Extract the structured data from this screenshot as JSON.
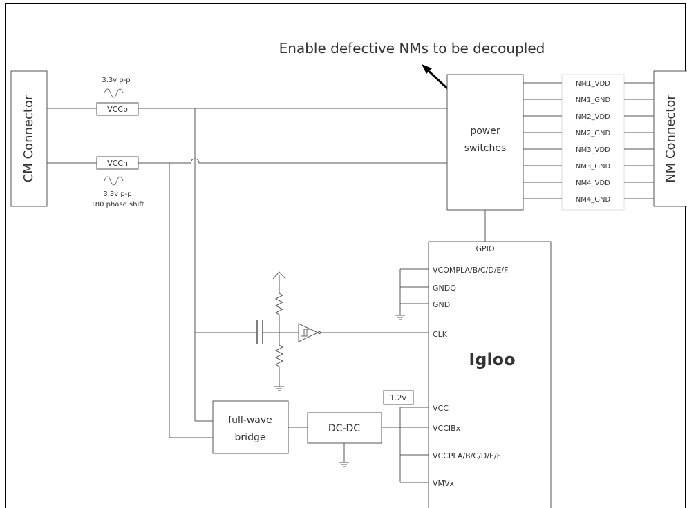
{
  "title": "Enable defective NMs to be decoupled",
  "cm_connector": "CM Connector",
  "nm_connector": "NM Connector",
  "vccp": {
    "label": "VCCp",
    "amplitude": "3.3v p-p"
  },
  "vccn": {
    "label": "VCCn",
    "amplitude": "3.3v p-p",
    "phase": "180 phase shift"
  },
  "power_switches": {
    "line1": "power",
    "line2": "switches"
  },
  "nm_signals": [
    "NM1_VDD",
    "NM1_GND",
    "NM2_VDD",
    "NM2_GND",
    "NM3_VDD",
    "NM3_GND",
    "NM4_VDD",
    "NM4_GND"
  ],
  "igloo": {
    "name": "Igloo",
    "pins": {
      "gpio": "GPIO",
      "vcompla": "VCOMPLA/B/C/D/E/F",
      "gndq": "GNDQ",
      "gnd": "GND",
      "clk": "CLK",
      "vcc": "VCC",
      "vccibx": "VCCIBx",
      "vccpla": "VCCPLA/B/C/D/E/F",
      "vmvx": "VMVx"
    }
  },
  "full_wave_bridge": {
    "line1": "full-wave",
    "line2": "bridge"
  },
  "dcdc": "DC-DC",
  "vcore": "1.2v"
}
